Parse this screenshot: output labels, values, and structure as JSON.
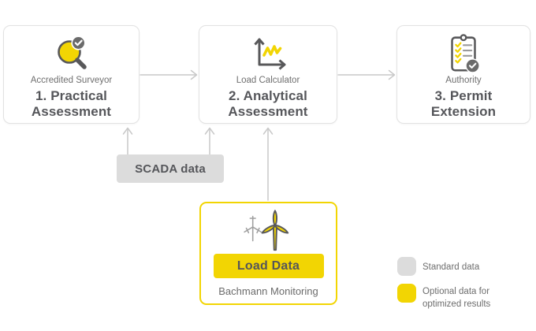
{
  "steps": [
    {
      "icon": "magnifier-check-icon",
      "role": "Accredited Surveyor",
      "title": "1. Practical\nAssessment"
    },
    {
      "icon": "line-chart-icon",
      "role": "Load Calculator",
      "title": "2. Analytical\nAssessment"
    },
    {
      "icon": "clipboard-check-icon",
      "role": "Authority",
      "title": "3. Permit\nExtension"
    }
  ],
  "scada": {
    "label": "SCADA data"
  },
  "monitoring": {
    "icon": "wind-turbine-icon",
    "button_label": "Load Data",
    "caption": "Bachmann Monitoring"
  },
  "legend": {
    "standard": {
      "label": "Standard data",
      "color": "#dcdcdc"
    },
    "optional": {
      "label": "Optional data for\noptimized results",
      "color": "#f2d503"
    }
  },
  "colors": {
    "accent_yellow": "#f2d503",
    "standard_gray": "#dcdcdc",
    "text_dark": "#55565a",
    "text_muted": "#6f6f6f",
    "arrow_gray": "#c9c9c9",
    "icon_stroke": "#58585a",
    "badge_gray": "#6b6b6b"
  }
}
